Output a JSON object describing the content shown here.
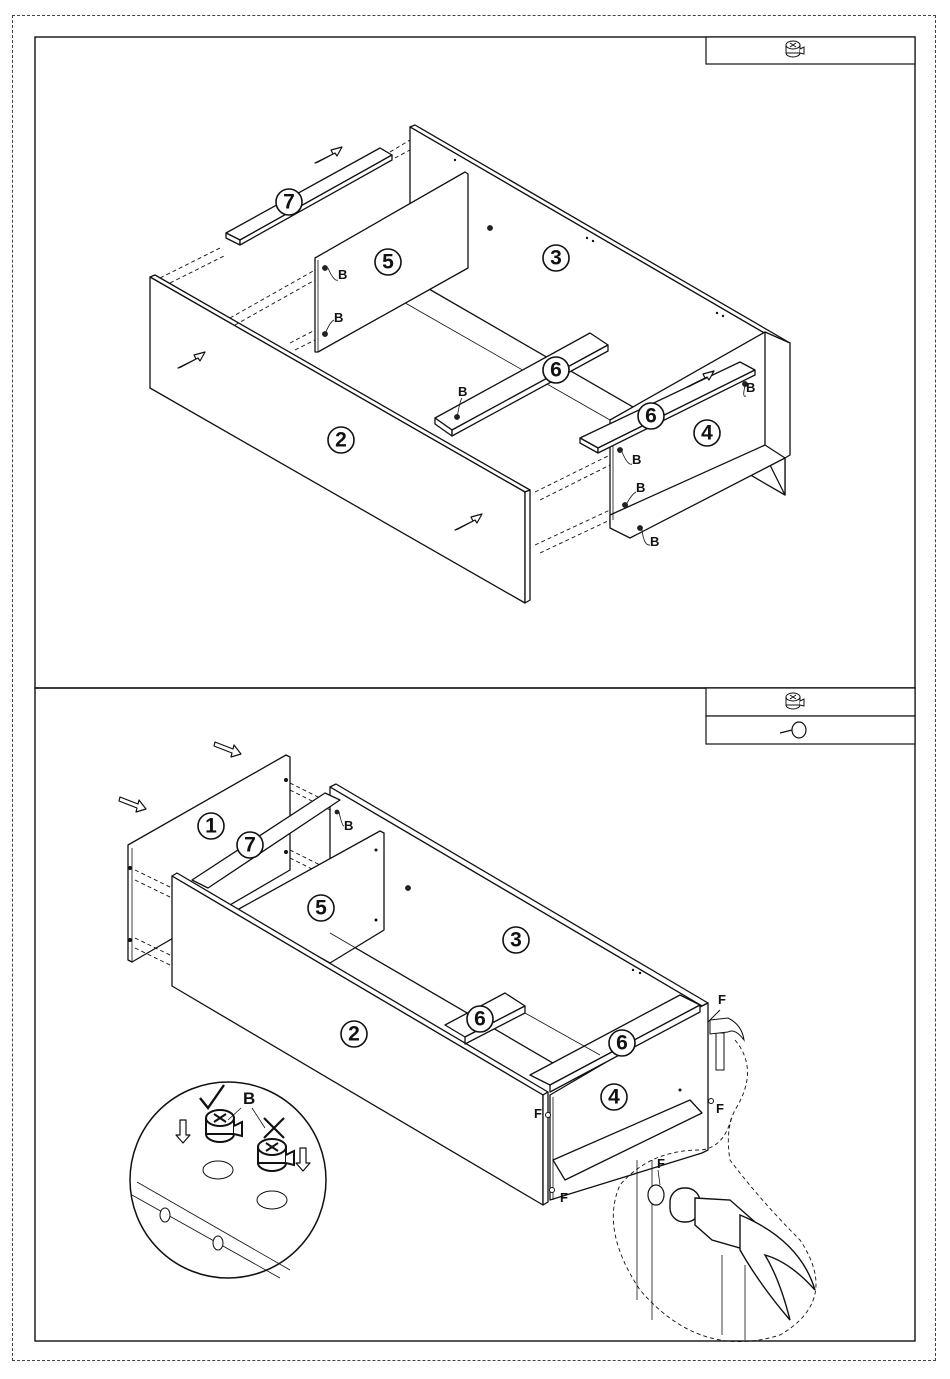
{
  "steps": [
    {
      "hardware_icons": [
        "cam-lock-icon"
      ],
      "part_numbers": [
        "7",
        "5",
        "3",
        "6",
        "6",
        "4",
        "2"
      ],
      "fastener_label": "B"
    },
    {
      "hardware_icons": [
        "cam-lock-icon",
        "nail-icon"
      ],
      "part_numbers": [
        "1",
        "7",
        "5",
        "3",
        "6",
        "6",
        "4",
        "2"
      ],
      "fastener_label": "B",
      "nail_label": "F",
      "detail_marks": [
        "✓",
        "✕"
      ]
    }
  ]
}
